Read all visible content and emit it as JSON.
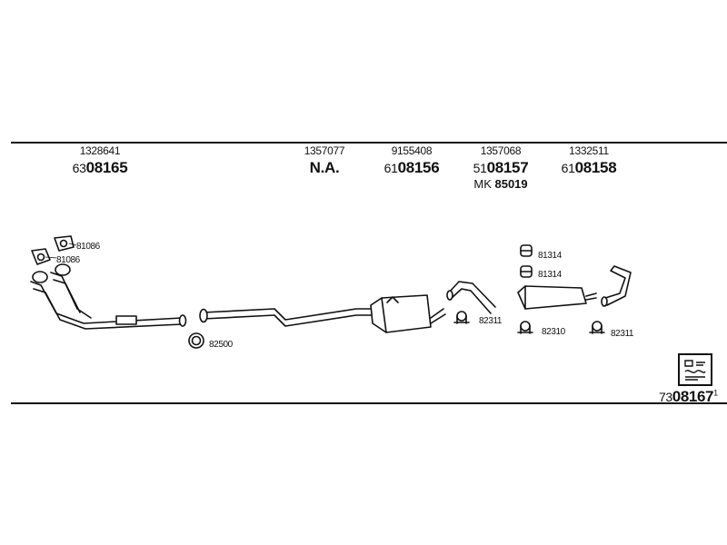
{
  "columns": [
    {
      "part_number": "1328641",
      "prefix": "63",
      "main": "08165",
      "sub_prefix": "",
      "sub": ""
    },
    {
      "part_number": "1357077",
      "prefix": "",
      "main": "N.A.",
      "sub_prefix": "",
      "sub": ""
    },
    {
      "part_number": "9155408",
      "prefix": "61",
      "main": "08156",
      "sub_prefix": "",
      "sub": ""
    },
    {
      "part_number": "1357068",
      "prefix": "51",
      "main": "08157",
      "sub_prefix": "MK",
      "sub": "85019"
    },
    {
      "part_number": "1332511",
      "prefix": "61",
      "main": "08158",
      "sub_prefix": "",
      "sub": ""
    }
  ],
  "callouts": {
    "gasket_upper": "81086",
    "gasket_lower": "81086",
    "ring": "82500",
    "clamp_a": "82311",
    "rubber_upper": "81314",
    "rubber_lower": "81314",
    "clamp_b": "82310",
    "clamp_c": "82311"
  },
  "reference": {
    "prefix": "73",
    "main": "08167",
    "suffix": "1"
  },
  "logo_icon": "parts-catalog-logo-icon"
}
